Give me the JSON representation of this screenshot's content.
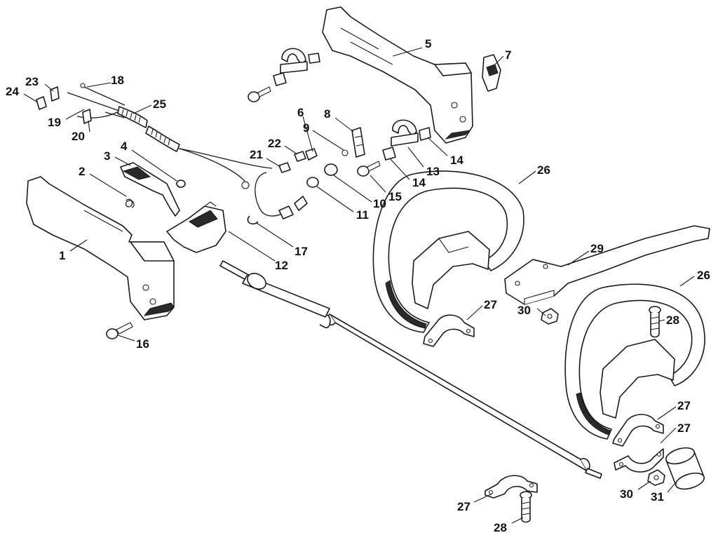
{
  "callouts": [
    "1",
    "2",
    "3",
    "4",
    "5",
    "6",
    "7",
    "8",
    "9",
    "10",
    "11",
    "12",
    "13",
    "14",
    "14",
    "15",
    "16",
    "17",
    "18",
    "19",
    "20",
    "21",
    "22",
    "23",
    "24",
    "25",
    "26",
    "26",
    "27",
    "27",
    "27",
    "27",
    "28",
    "28",
    "29",
    "30",
    "30",
    "31"
  ],
  "colors": {
    "ink": "#1a1a1a",
    "paper": "#ffffff",
    "shade": "#2a2a2a"
  }
}
